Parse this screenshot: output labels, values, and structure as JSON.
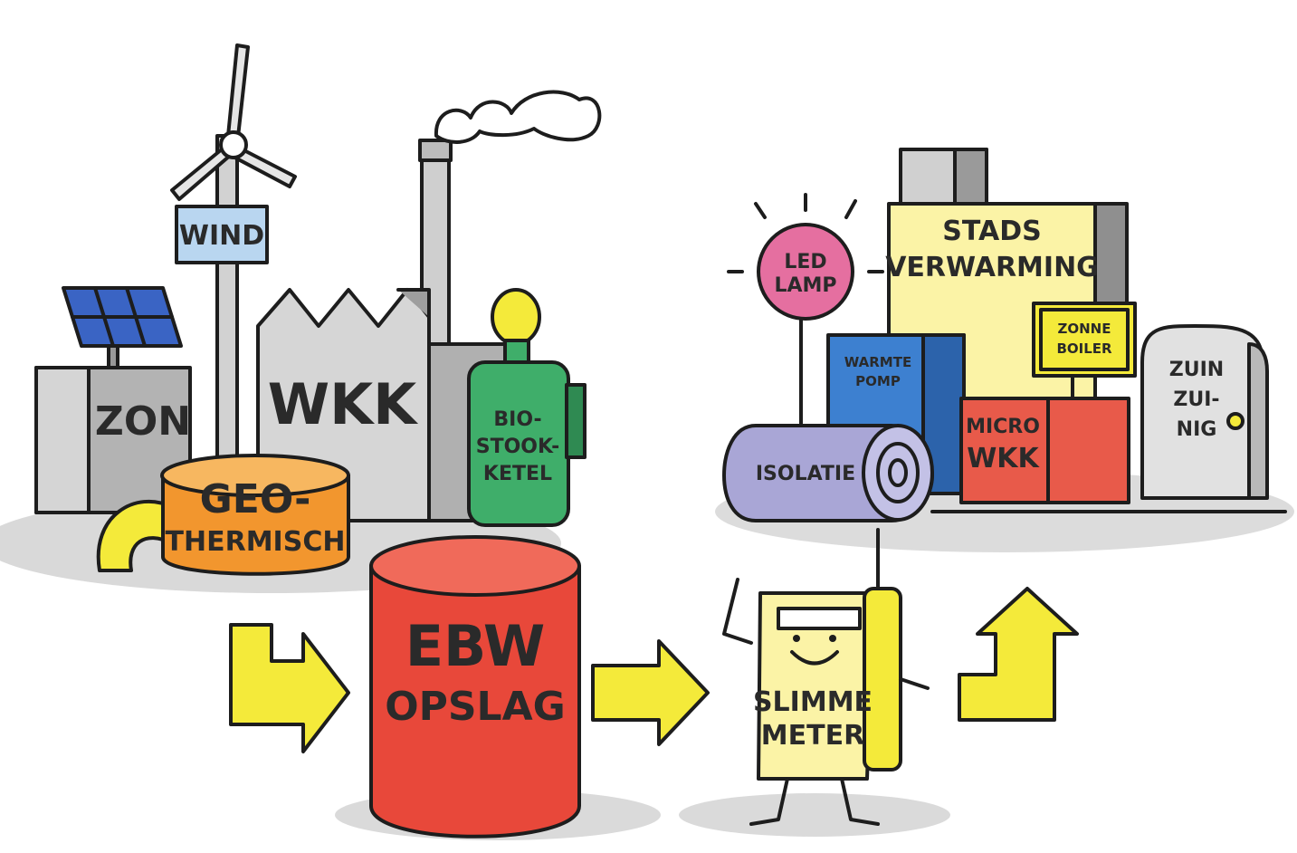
{
  "sources": {
    "wind": "WIND",
    "zon": "ZON",
    "wkk": "WKK",
    "bio": [
      "BIO-",
      "STOOK-",
      "KETEL"
    ],
    "geo": [
      "GEO-",
      "THERMISCH"
    ]
  },
  "storage": [
    "EBW",
    "OPSLAG"
  ],
  "meter": [
    "SLIMME",
    "METER"
  ],
  "consumers": {
    "led": [
      "LED",
      "LAMP"
    ],
    "stads": [
      "STADS",
      "VERWARMING"
    ],
    "warmtepomp": [
      "WARMTE",
      "POMP"
    ],
    "zonneboiler": [
      "ZONNE",
      "BOILER"
    ],
    "micro": [
      "MICRO",
      "WKK"
    ],
    "isolatie": "ISOLATIE",
    "zuinig": [
      "ZUIN",
      "ZUI-",
      "NIG"
    ]
  },
  "colors": {
    "arrow": "#f4ea3a",
    "storage": "#e8483a",
    "geo": "#f2962e",
    "bio": "#3fae6a",
    "stads": "#fbf3a6",
    "warmtepomp": "#3d80d0",
    "micro": "#e85a4a",
    "isolatie": "#a9a6d6",
    "led": "#e56fa0",
    "wind_sign": "#b9d6f0"
  }
}
